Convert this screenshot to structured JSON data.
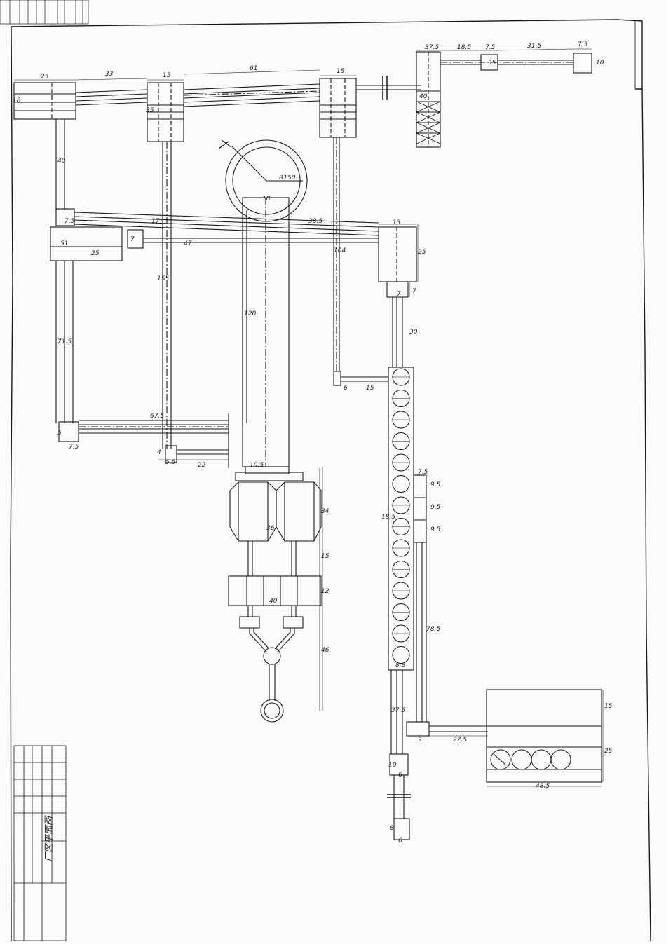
{
  "title_block": {
    "drawing_title": "厂区平面图",
    "top_strip": [
      "",
      "",
      "",
      "",
      "",
      "",
      "",
      "",
      ""
    ]
  },
  "dimensions": {
    "top": {
      "d25": "25",
      "d33": "33",
      "d15a": "15",
      "d61": "61",
      "d15b": "15"
    },
    "top_right": {
      "d375": "37.5",
      "d185": "18.5",
      "d75a": "7.5",
      "d315": "31.5",
      "d75b": "7.5",
      "d10": "10",
      "d35": "35",
      "d40": "40"
    },
    "left": {
      "d18": "18",
      "d40": "40",
      "d75": "7.5",
      "d7": "7",
      "d51": "51",
      "d25": "25",
      "d715": "71.5",
      "d5": "5",
      "d75b": "7.5"
    },
    "center": {
      "d17": "17",
      "d47": "47",
      "d155": "155",
      "d120": "120",
      "d18": "18",
      "r150": "R150",
      "d35": "35",
      "d675": "67.5",
      "d55": "5.5",
      "d22": "22",
      "d4": "4"
    },
    "right_upper": {
      "d385": "38.5",
      "d13": "13",
      "d25": "25",
      "d7a": "7",
      "d7b": "7",
      "d30": "30",
      "d104": "104",
      "d6": "6",
      "d15": "15"
    },
    "machine": {
      "d105": "10.5",
      "d36": "36",
      "d34": "34",
      "d15": "15",
      "d40": "40",
      "d12": "12",
      "d46": "46"
    },
    "tanks": {
      "d75": "7.5",
      "d95a": "9.5",
      "d95b": "9.5",
      "d95c": "9.5",
      "d185": "18.5",
      "d785": "78.5",
      "d88": "8.8",
      "d375": "37.5"
    },
    "bottom": {
      "d9": "9",
      "d275": "27.5",
      "d15": "15",
      "d25": "25",
      "d485": "48.5",
      "d10": "10",
      "d6a": "6",
      "d8": "8",
      "d6b": "6"
    }
  }
}
